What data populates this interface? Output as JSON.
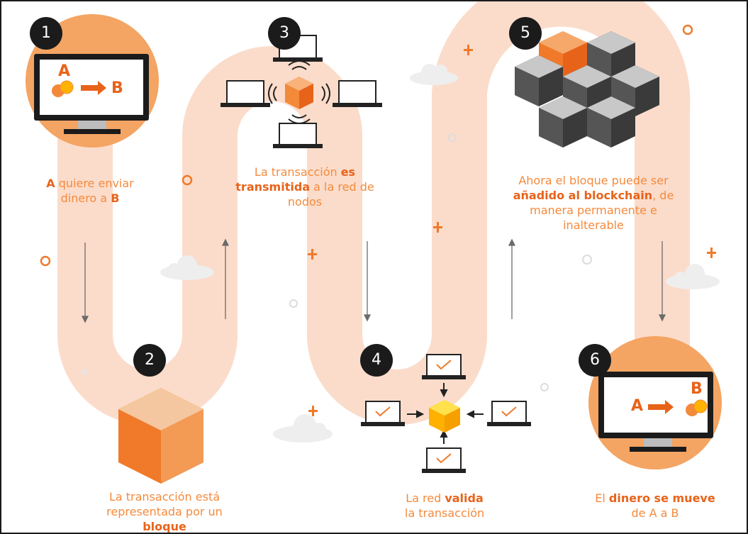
{
  "steps": [
    {
      "number": "1",
      "caption": {
        "bold1": "A",
        "text1": " quiere enviar",
        "text2": "dinero a ",
        "bold2": "B"
      }
    },
    {
      "number": "2",
      "caption": {
        "text1": "La transacción está",
        "text2": "representada por un",
        "bold1": "bloque"
      }
    },
    {
      "number": "3",
      "caption": {
        "text1": "La transacción ",
        "bold1": "es",
        "bold2": "transmitida",
        "text2": " a la red de",
        "text3": "nodos"
      }
    },
    {
      "number": "4",
      "caption": {
        "text1": "La red ",
        "bold1": "valida",
        "text2": "la transacción"
      }
    },
    {
      "number": "5",
      "caption": {
        "text1": "Ahora el bloque puede ser",
        "bold1": "añadido al blockchain",
        "text2": ", de",
        "text3": "manera permanente e",
        "text4": "inalterable"
      }
    },
    {
      "number": "6",
      "caption": {
        "text1": "El ",
        "bold1": "dinero se mueve",
        "text2": "de A a B"
      }
    }
  ],
  "screen1": {
    "from": "A",
    "to": "B"
  },
  "screen6": {
    "from": "A",
    "to": "B"
  },
  "colors": {
    "path": "#fbdccb",
    "orange": "#f28a3a",
    "dark_orange": "#e8631a",
    "badge": "#1b1b1b"
  }
}
